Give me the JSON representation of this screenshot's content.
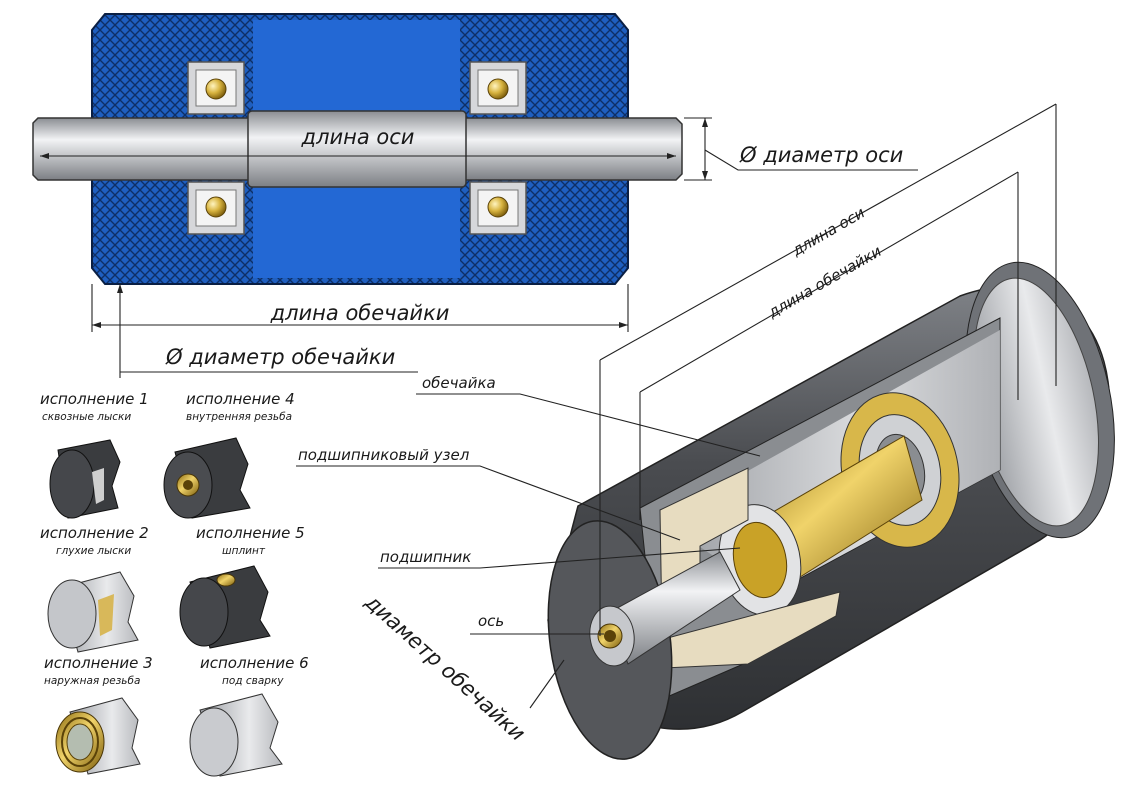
{
  "front_view": {
    "axle_length": "длина оси",
    "axle_diameter": "Ø диаметр оси",
    "shell_length": "длина обечайки",
    "shell_diameter": "Ø диаметр обечайки"
  },
  "iso_view": {
    "axle_length": "длина оси",
    "shell_length": "длина обечайки",
    "shell": "обечайка",
    "bearing_unit": "подшипниковый узел",
    "bearing": "подшипник",
    "axle": "ось",
    "shell_diameter": "диаметр обечайки"
  },
  "variants": [
    {
      "title": "исполнение 1",
      "subtitle": "сквозные лыски"
    },
    {
      "title": "исполнение 4",
      "subtitle": "внутренняя резьба"
    },
    {
      "title": "исполнение 2",
      "subtitle": "глухие лыски"
    },
    {
      "title": "исполнение 5",
      "subtitle": "шплинт"
    },
    {
      "title": "исполнение 3",
      "subtitle": "наружная резьба"
    },
    {
      "title": "исполнение 6",
      "subtitle": "под сварку"
    }
  ],
  "colors": {
    "shell_blue": "#1f5fc0",
    "steel": "#c9ccd0",
    "dark_steel": "#3d3f42",
    "brass": "#c9a227",
    "insert": "#e7dcc0"
  }
}
